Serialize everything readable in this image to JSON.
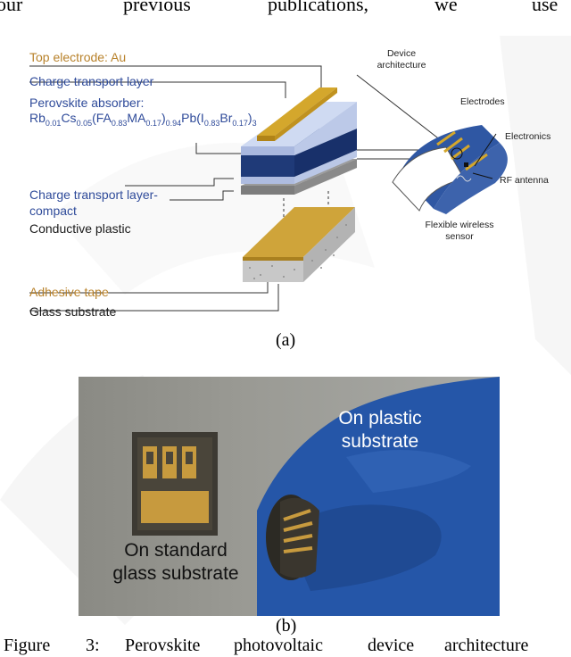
{
  "top_text_words": [
    "our",
    "previous",
    "publications,",
    "we",
    "use"
  ],
  "diagram": {
    "top_electrode": "Top electrode: Au",
    "charge_transport_layer": "Charge transport layer",
    "perovskite_absorber": "Perovskite absorber:",
    "formula": {
      "rb": "Rb",
      "rb_sub": "0.01",
      "cs": "Cs",
      "cs_sub": "0.05",
      "fa": "(FA",
      "fa_sub": "0.83",
      "ma": "MA",
      "ma_sub": "0.17",
      "close1": ")",
      "close1_sub": "0.94",
      "pb": "Pb(I",
      "i_sub": "0.83",
      "br": "Br",
      "br_sub": "0.17",
      "close2": ")",
      "close2_sub": "3"
    },
    "charge_transport_compact_1": "Charge transport layer-",
    "charge_transport_compact_2": "compact",
    "conductive_plastic": "Conductive plastic",
    "adhesive_tape": "Adhesive tape",
    "glass_substrate": "Glass substrate",
    "device_architecture_1": "Device",
    "device_architecture_2": "architecture",
    "electrodes": "Electrodes",
    "electronics": "Electronics",
    "rf_antenna": "RF antenna",
    "flexible_sensor_1": "Flexible wireless",
    "flexible_sensor_2": "sensor"
  },
  "caption_a": "(a)",
  "photo": {
    "on_plastic_1": "On plastic",
    "on_plastic_2": "substrate",
    "on_standard_1": "On standard",
    "on_standard_2": "glass substrate"
  },
  "caption_b": "(b)",
  "figure_line_words": [
    "Figure",
    "3:",
    "Perovskite",
    "photovoltaic",
    "device",
    "architecture"
  ],
  "colors": {
    "gold": "#d4a72c",
    "navy": "#1f3a78",
    "light_blue": "#c9d5ef",
    "glove_blue": "#2556a8"
  }
}
